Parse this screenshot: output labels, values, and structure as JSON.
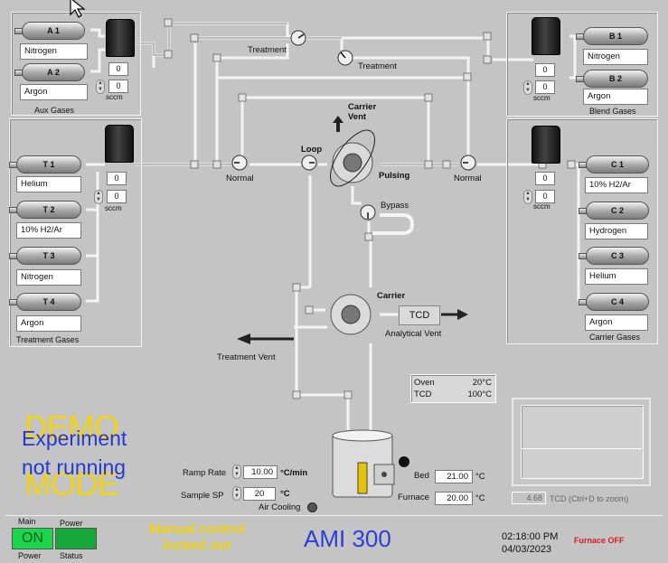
{
  "aux_gases": {
    "title": "Aux Gases",
    "cylinders": [
      {
        "label": "A 1",
        "gas": "Nitrogen"
      },
      {
        "label": "A 2",
        "gas": "Argon"
      }
    ],
    "flow_values": [
      "0",
      "0"
    ],
    "unit": "sccm"
  },
  "treatment_gases": {
    "title": "Treatment Gases",
    "cylinders": [
      {
        "label": "T 1",
        "gas": "Helium"
      },
      {
        "label": "T 2",
        "gas": "10% H2/Ar"
      },
      {
        "label": "T 3",
        "gas": "Nitrogen"
      },
      {
        "label": "T 4",
        "gas": "Argon"
      }
    ],
    "flow_values": [
      "0",
      "0"
    ],
    "unit": "sccm"
  },
  "blend_gases": {
    "title": "Blend Gases",
    "cylinders": [
      {
        "label": "B 1",
        "gas": "Nitrogen"
      },
      {
        "label": "B 2",
        "gas": "Argon"
      }
    ],
    "flow_values": [
      "0",
      "0"
    ],
    "unit": "sccm"
  },
  "carrier_gases": {
    "title": "Carrier Gases",
    "cylinders": [
      {
        "label": "C 1",
        "gas": "10% H2/Ar"
      },
      {
        "label": "C 2",
        "gas": "Hydrogen"
      },
      {
        "label": "C 3",
        "gas": "Helium"
      },
      {
        "label": "C 4",
        "gas": "Argon"
      }
    ],
    "flow_values": [
      "0",
      "0"
    ],
    "unit": "sccm"
  },
  "valves": {
    "treatment_1": "Treatment",
    "treatment_2": "Treatment",
    "normal_left": "Normal",
    "normal_right": "Normal",
    "loop": "Loop",
    "pulsing": "Pulsing",
    "carrier_vent": "Carrier\nVent",
    "bypass": "Bypass",
    "carrier": "Carrier",
    "tcd": "TCD",
    "analytical_vent": "Analytical Vent",
    "treatment_vent": "Treatment Vent"
  },
  "temps": {
    "oven_label": "Oven",
    "oven_value": "20°C",
    "tcd_label": "TCD",
    "tcd_value": "100°C"
  },
  "furnace": {
    "bed_label": "Bed",
    "bed_value": "21.00",
    "furnace_label": "Furnace",
    "furnace_value": "20.00",
    "unit": "°C"
  },
  "controls": {
    "ramp_label": "Ramp Rate",
    "ramp_value": "10.00",
    "ramp_unit": "°C/min",
    "sample_label": "Sample SP",
    "sample_value": "20",
    "sample_unit": "°C",
    "air_cooling": "Air Cooling"
  },
  "mode": {
    "demo_1": "DEMO",
    "demo_2": "MODE",
    "exp_1": "Experiment",
    "exp_2": "not running"
  },
  "tcd_zoom": {
    "value": "4.68",
    "label": "TCD (Ctrl+D to zoom)"
  },
  "status_bar": {
    "main_label": "Main",
    "power_label_top": "Power",
    "on_text": "ON",
    "power_label_bottom": "Power",
    "status_label": "Status",
    "locked_line1": "Manual control",
    "locked_line2": "locked out",
    "app_name": "AMI 300",
    "time": "02:18:00 PM",
    "date": "04/03/2023",
    "furnace_status": "Furnace OFF"
  },
  "colors": {
    "background": "#c4c4c4",
    "demo_yellow": "#f1d311",
    "experiment_blue": "#2239d3",
    "app_name_blue": "#2b3fd6",
    "locked_yellow": "#f1d311",
    "on_green": "#19d64a",
    "furnace_off_red": "#d81c1c"
  }
}
